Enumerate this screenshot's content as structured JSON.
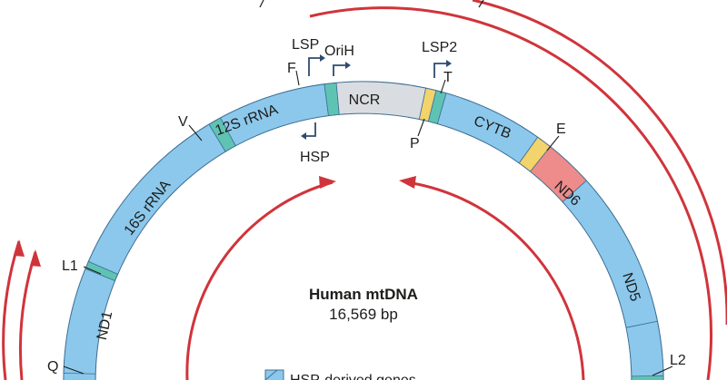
{
  "diagram": {
    "title": "Human mtDNA",
    "length": "16,569 bp",
    "legend": {
      "hsp_genes": "HSP-derived genes"
    },
    "colors": {
      "gene": "#8cc8ec",
      "gene_stroke": "#3f6f95",
      "trna": "#5fc3b3",
      "ncr": "#d9dde1",
      "yellow": "#f3d36b",
      "nd6": "#ee8b8b",
      "arrow": "#d0343b",
      "promoter": "#2f4b6e"
    },
    "regions": {
      "ncr": "NCR",
      "rrna12s": "12S rRNA",
      "rrna16s": "16S rRNA",
      "nd1": "ND1",
      "cytb": "CYTB",
      "nd6": "ND6",
      "nd5": "ND5"
    },
    "trnas": {
      "f": "F",
      "v": "V",
      "l1": "L1",
      "q": "Q",
      "t": "T",
      "p": "P",
      "e": "E",
      "l2": "L2"
    },
    "promoters": {
      "lsp": "LSP",
      "orih": "OriH",
      "hsp": "HSP",
      "lsp2": "LSP2"
    }
  }
}
